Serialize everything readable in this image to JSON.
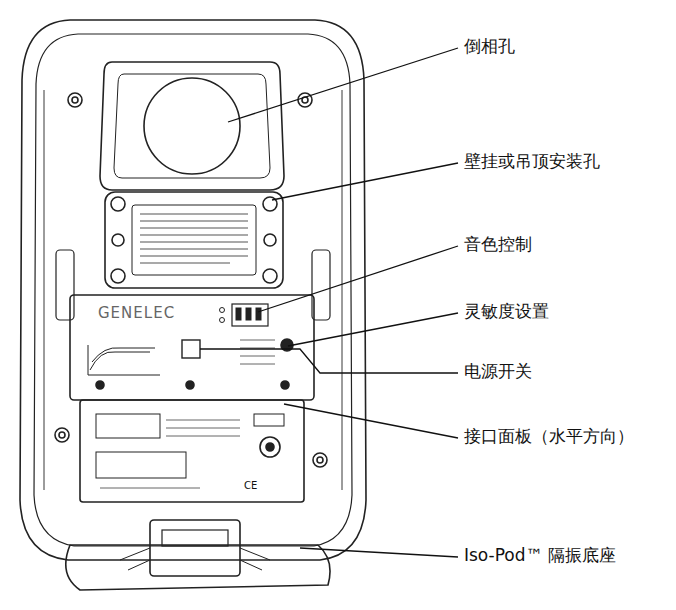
{
  "diagram": {
    "labels": [
      "倒相孔",
      "壁挂或吊顶安装孔",
      "音色控制",
      "灵敏度设置",
      "电源开关",
      "接口面板（水平方向）",
      "Iso-Pod™ 隔振底座",
      "GENELEC",
      "CE"
    ]
  }
}
